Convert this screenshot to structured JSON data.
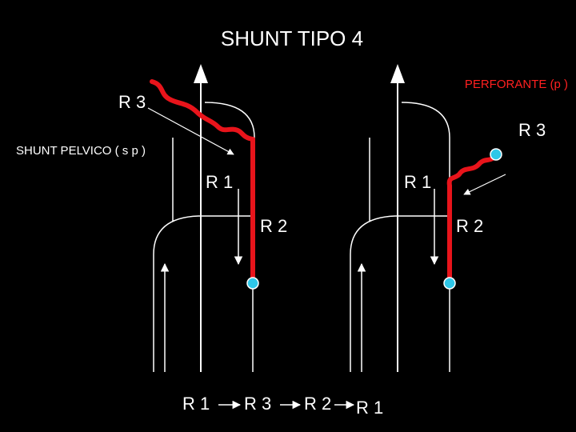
{
  "title": "SHUNT TIPO 4",
  "labels": {
    "perforante": "PERFORANTE (p )",
    "shunt_pelvico": "SHUNT PELVICO ( s p )",
    "left_r3": "R 3",
    "right_r3": "R 3",
    "left_r1": "R 1",
    "right_r1": "R 1",
    "left_r2": "R 2",
    "right_r2": "R 2"
  },
  "sequence": [
    "R 1",
    "R 3",
    "R 2",
    "R 1"
  ],
  "colors": {
    "background": "#000000",
    "vein": "#e8141b",
    "junction": "#2ec7e8",
    "text_white": "#ffffff",
    "text_red": "#ff2020"
  }
}
